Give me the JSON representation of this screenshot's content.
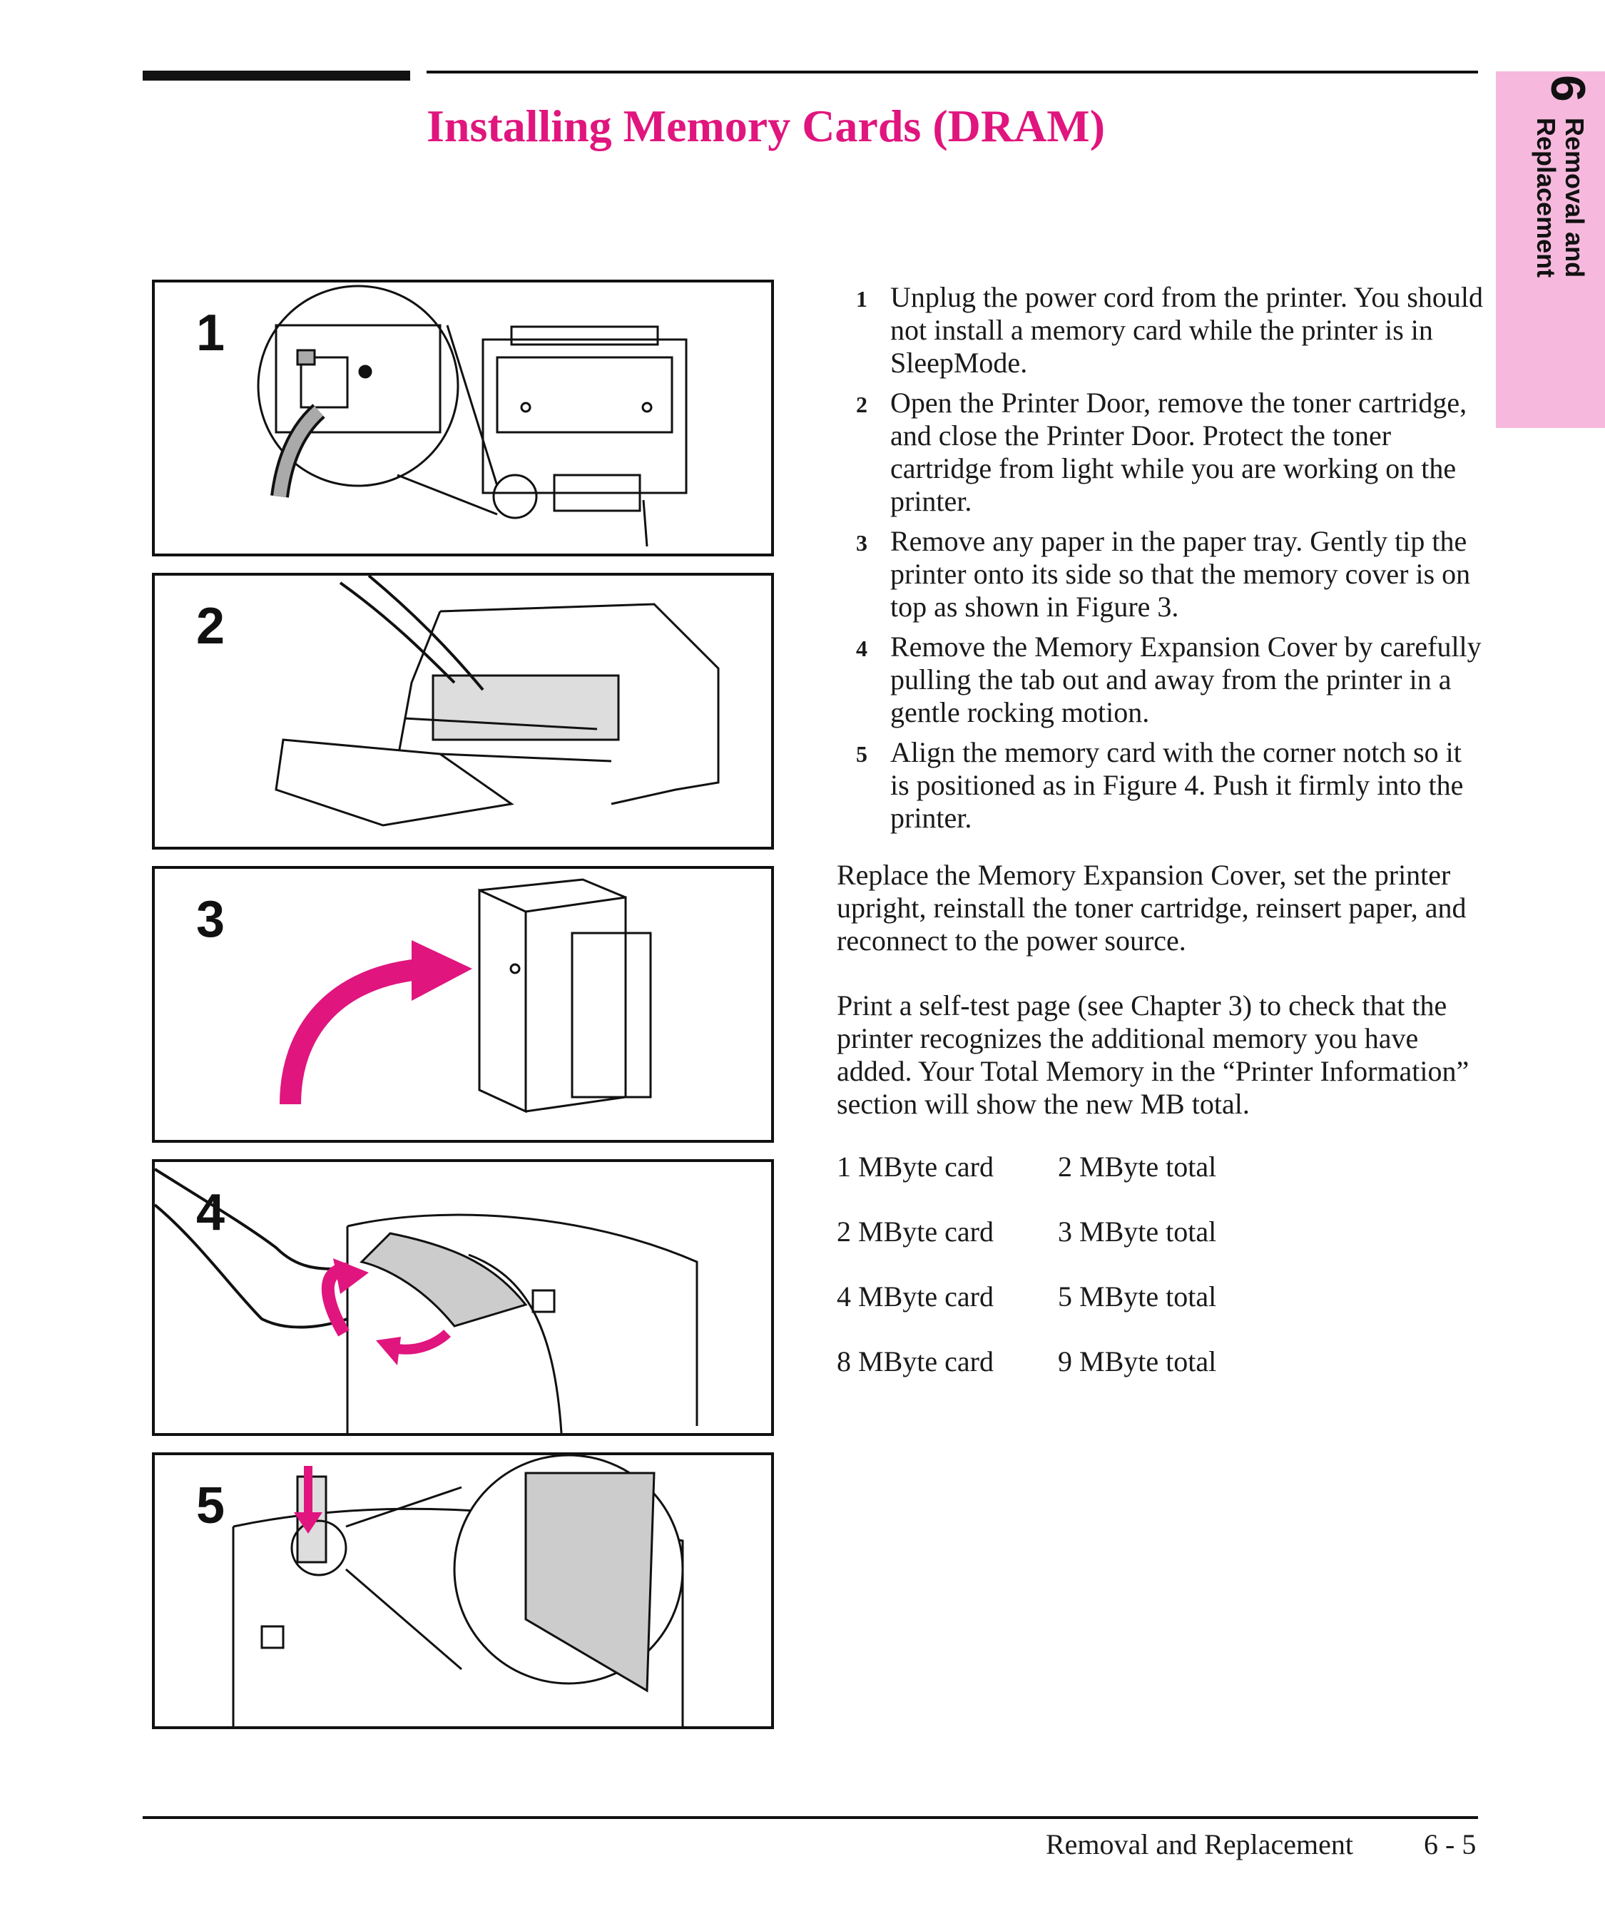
{
  "title": "Installing Memory Cards (DRAM)",
  "tab": {
    "number": "6",
    "line1": "Removal and",
    "line2": "Replacement",
    "color": "#f6b9dd"
  },
  "accent_color": "#e0157e",
  "figures": [
    "1",
    "2",
    "3",
    "4",
    "5"
  ],
  "steps": [
    {
      "num": "1",
      "text": "Unplug the power cord from the printer. You should not install a memory card while the printer is in SleepMode."
    },
    {
      "num": "2",
      "text": "Open the Printer Door, remove the toner cartridge, and close the Printer Door. Protect the toner cartridge from light while you are working on the printer."
    },
    {
      "num": "3",
      "text": "Remove any paper in the paper tray. Gently tip the printer onto its side so that the memory cover is on top as shown in Figure 3."
    },
    {
      "num": "4",
      "text": "Remove the Memory Expansion Cover by carefully pulling the tab out and away from the printer in a gentle rocking motion."
    },
    {
      "num": "5",
      "text": "Align the memory card with the corner notch so it is positioned as in Figure 4. Push it firmly into the printer."
    }
  ],
  "para1": "Replace the Memory Expansion Cover, set the printer upright, reinstall the toner cartridge, reinsert paper, and reconnect to the power source.",
  "para2": "Print a self-test page (see Chapter 3) to check that the printer recognizes the additional memory you have added. Your Total Memory in the “Printer Information” section will show the new MB total.",
  "memory_table": [
    {
      "card": "1 MByte card",
      "total": "2 MByte total"
    },
    {
      "card": "2 MByte card",
      "total": "3 MByte total"
    },
    {
      "card": "4 MByte card",
      "total": "5 MByte total"
    },
    {
      "card": "8 MByte card",
      "total": "9 MByte total"
    }
  ],
  "footer": {
    "section": "Removal and Replacement",
    "page": "6 - 5"
  }
}
